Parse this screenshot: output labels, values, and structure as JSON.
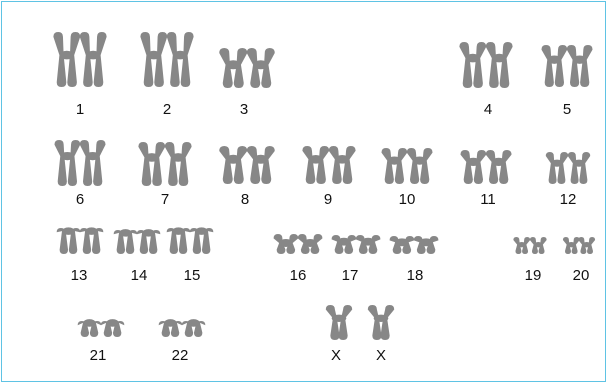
{
  "karyotype": {
    "chromosomes": [
      {
        "label": "1",
        "shape": "large-metacentric",
        "pair": true
      },
      {
        "label": "2",
        "shape": "large-submetacentric",
        "pair": true
      },
      {
        "label": "3",
        "shape": "large-metacentric",
        "pair": true
      },
      {
        "label": "4",
        "shape": "submetacentric",
        "pair": true
      },
      {
        "label": "5",
        "shape": "submetacentric",
        "pair": true
      },
      {
        "label": "6",
        "shape": "submetacentric",
        "pair": true
      },
      {
        "label": "7",
        "shape": "submetacentric",
        "pair": true
      },
      {
        "label": "8",
        "shape": "submetacentric",
        "pair": true
      },
      {
        "label": "9",
        "shape": "submetacentric",
        "pair": true
      },
      {
        "label": "10",
        "shape": "submetacentric",
        "pair": true
      },
      {
        "label": "11",
        "shape": "submetacentric",
        "pair": true
      },
      {
        "label": "12",
        "shape": "submetacentric",
        "pair": true
      },
      {
        "label": "13",
        "shape": "acrocentric",
        "pair": true
      },
      {
        "label": "14",
        "shape": "acrocentric",
        "pair": true
      },
      {
        "label": "15",
        "shape": "acrocentric",
        "pair": true
      },
      {
        "label": "16",
        "shape": "metacentric",
        "pair": true
      },
      {
        "label": "17",
        "shape": "submetacentric",
        "pair": true
      },
      {
        "label": "18",
        "shape": "submetacentric",
        "pair": true
      },
      {
        "label": "19",
        "shape": "metacentric",
        "pair": true
      },
      {
        "label": "20",
        "shape": "metacentric",
        "pair": true
      },
      {
        "label": "21",
        "shape": "acrocentric",
        "pair": true
      },
      {
        "label": "22",
        "shape": "acrocentric",
        "pair": true
      },
      {
        "label": "X",
        "shape": "submetacentric",
        "pair": false
      },
      {
        "label": "X",
        "shape": "submetacentric",
        "pair": false
      }
    ],
    "colors": {
      "chromosome": "#878787",
      "frame": "#5fc3e4",
      "text": "#111111"
    }
  }
}
